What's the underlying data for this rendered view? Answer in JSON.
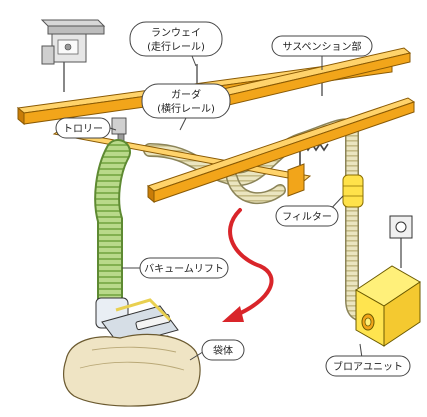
{
  "labels": {
    "runway_line1": "ランウェイ",
    "runway_line2": "(走行レール)",
    "suspension": "サスペンション部",
    "girder_line1": "ガーダ",
    "girder_line2": "(横行レール)",
    "trolley": "トロリー",
    "filter": "フィルター",
    "vacuum_lift": "バキュームリフト",
    "bag": "袋体",
    "blower_unit": "ブロアユニット"
  },
  "colors": {
    "rail": "#f2a51a",
    "rail_dark": "#c97d08",
    "rail_light": "#ffd36b",
    "hose": "#e8e2b8",
    "hose_stripe": "#c9c08a",
    "lift_tube": "#b9d98a",
    "lift_tube_stripe": "#7fae4c",
    "filter": "#ffe24a",
    "blower": "#ffe44f",
    "bag": "#efe4c4",
    "arrow": "#d9252a"
  }
}
